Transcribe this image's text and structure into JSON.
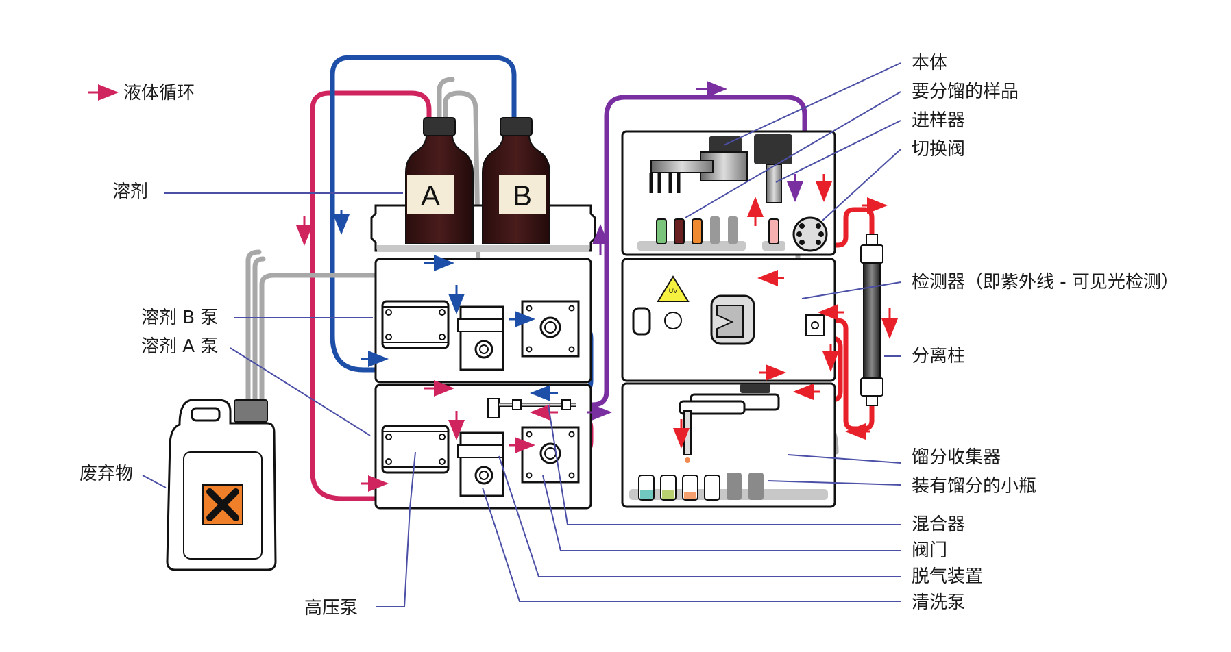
{
  "legend": {
    "label": "液体循环",
    "arrow_color": "#d0245e"
  },
  "bottles": {
    "a_label": "A",
    "b_label": "B"
  },
  "labels_left": {
    "solvent": "溶剂",
    "solvent_b_pump": "溶剂 B 泵",
    "solvent_a_pump": "溶剂 A 泵",
    "waste": "废弃物",
    "high_pressure_pump": "高压泵"
  },
  "labels_right": {
    "body": "本体",
    "sample_to_fractionate": "要分馏的样品",
    "injector": "进样器",
    "switching_valve": "切换阀",
    "detector": "检测器（即紫外线 - 可见光检测）",
    "column": "分离柱",
    "fraction_collector": "馏分收集器",
    "vials_with_fractions": "装有馏分的小瓶",
    "mixer": "混合器",
    "valve": "阀门",
    "degasser": "脱气装置",
    "wash_pump": "清洗泵"
  },
  "uv_badge": "UV",
  "colors": {
    "solvent_a_tube": "#d0245e",
    "solvent_b_tube": "#1e4fa8",
    "mixed_tube": "#7a2fa0",
    "sample_tube": "#e8202a",
    "waste_tube": "#a8a8a8",
    "leader_line": "#4b4fa6",
    "bottle": "#3a1414",
    "hazard": "#f07f2a"
  }
}
